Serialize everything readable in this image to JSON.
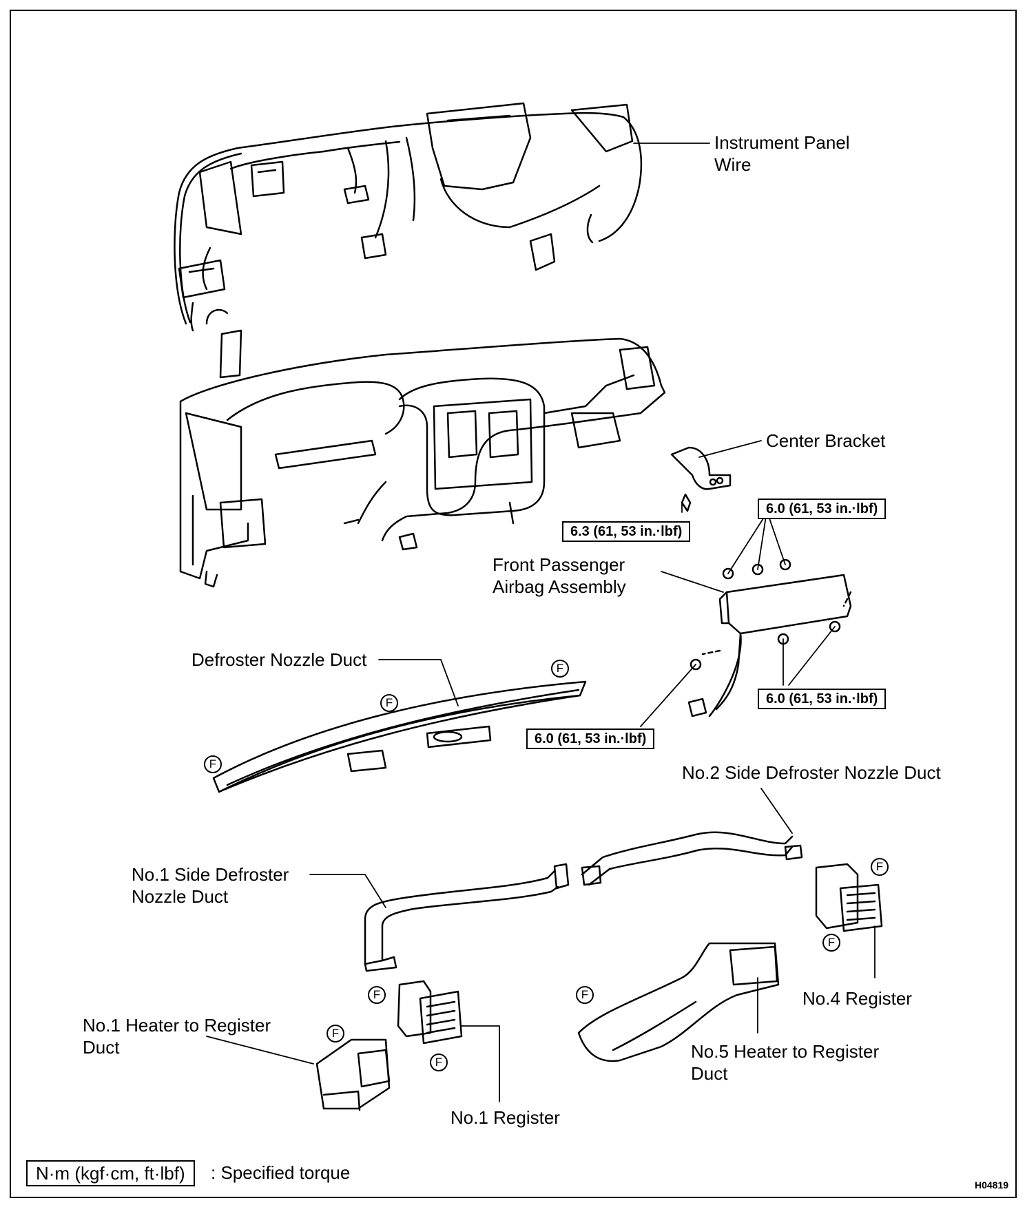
{
  "labels": {
    "instrument_panel_wire_1": "Instrument Panel",
    "instrument_panel_wire_2": "Wire",
    "center_bracket": "Center Bracket",
    "front_passenger_airbag_1": "Front Passenger",
    "front_passenger_airbag_2": "Airbag Assembly",
    "defroster_nozzle_duct": "Defroster Nozzle Duct",
    "no2_side_defroster": "No.2 Side Defroster Nozzle Duct",
    "no1_side_defroster_1": "No.1 Side Defroster",
    "no1_side_defroster_2": "Nozzle Duct",
    "no4_register": "No.4 Register",
    "no1_heater_duct_1": "No.1 Heater to Register",
    "no1_heater_duct_2": "Duct",
    "no1_register": "No.1 Register",
    "no5_heater_duct_1": "No.5 Heater to Register",
    "no5_heater_duct_2": "Duct"
  },
  "torques": {
    "center_bracket_bolt": "6.3 (61, 53 in.·lbf)",
    "airbag_top_nuts": "6.0 (61, 53 in.·lbf)",
    "airbag_right_nuts": "6.0 (61, 53 in.·lbf)",
    "airbag_left_nut": "6.0 (61, 53 in.·lbf)"
  },
  "legend": {
    "unit_box": "N·m (kgf·cm, ft·lbf)",
    "description": ": Specified torque"
  },
  "fmark_symbol": "F",
  "figure_code": "H04819"
}
